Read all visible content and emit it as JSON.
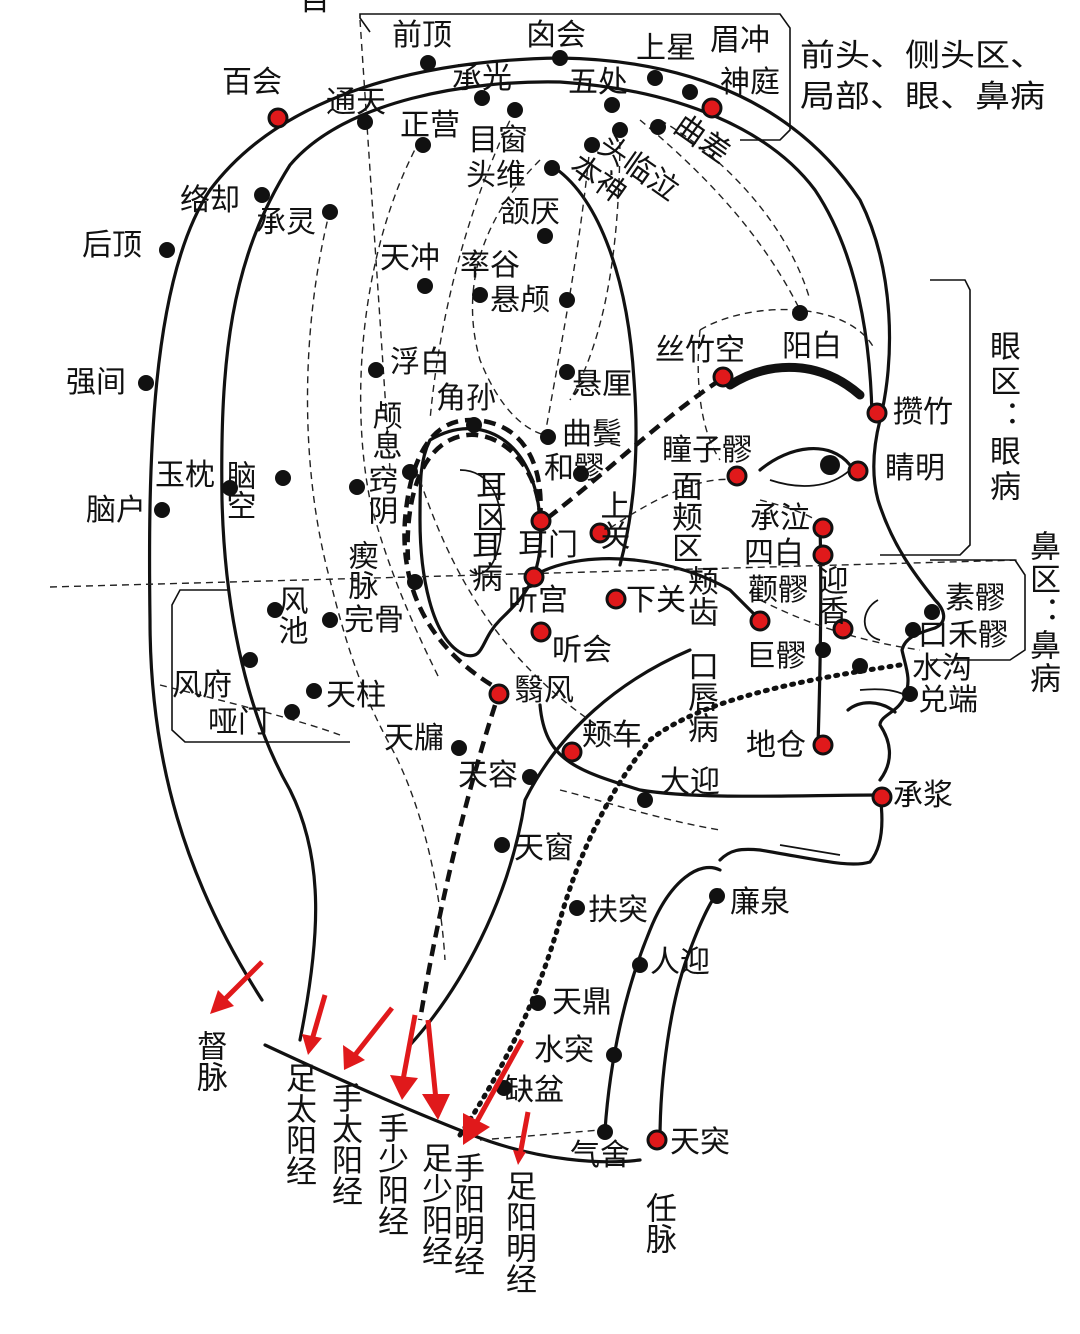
{
  "colors": {
    "ink": "#111111",
    "accent": "#e0191b",
    "background": "#ffffff"
  },
  "top_cut_label": "目",
  "points": [
    {
      "id": "baihui",
      "label": "百会",
      "red": true
    },
    {
      "id": "qianding",
      "label": "前顶",
      "red": false
    },
    {
      "id": "xinhui",
      "label": "囟会",
      "red": false
    },
    {
      "id": "shangxing",
      "label": "上星",
      "red": false
    },
    {
      "id": "meichong",
      "label": "眉冲",
      "red": false
    },
    {
      "id": "shenting",
      "label": "神庭",
      "red": true
    },
    {
      "id": "tongtian",
      "label": "通天",
      "red": false
    },
    {
      "id": "chengguang",
      "label": "承光",
      "red": false
    },
    {
      "id": "wuchu",
      "label": "五处",
      "red": false
    },
    {
      "id": "zhengying",
      "label": "正营",
      "red": false
    },
    {
      "id": "muchuang",
      "label": "目窗",
      "red": false
    },
    {
      "id": "toulinqi",
      "label": "头临泣",
      "red": false
    },
    {
      "id": "qucha",
      "label": "曲差",
      "red": false
    },
    {
      "id": "touwei",
      "label": "头维",
      "red": false
    },
    {
      "id": "benshen",
      "label": "本神",
      "red": false
    },
    {
      "id": "luoque",
      "label": "络却",
      "red": false
    },
    {
      "id": "chengling",
      "label": "承灵",
      "red": false
    },
    {
      "id": "houding",
      "label": "后顶",
      "red": false
    },
    {
      "id": "hanyan",
      "label": "颔厌",
      "red": false
    },
    {
      "id": "tianchong",
      "label": "天冲",
      "red": false
    },
    {
      "id": "shuaigu",
      "label": "率谷",
      "red": false
    },
    {
      "id": "xuanlu",
      "label": "悬颅",
      "red": false
    },
    {
      "id": "qiangjian",
      "label": "强间",
      "red": false
    },
    {
      "id": "fubai",
      "label": "浮白",
      "red": false
    },
    {
      "id": "jiaosun",
      "label": "角孙",
      "red": false
    },
    {
      "id": "xuanli",
      "label": "悬厘",
      "red": false
    },
    {
      "id": "sizhukong",
      "label": "丝竹空",
      "red": true
    },
    {
      "id": "yangbai",
      "label": "阳白",
      "red": false
    },
    {
      "id": "zanzhu",
      "label": "攒竹",
      "red": true
    },
    {
      "id": "luxi",
      "label": "颅息",
      "red": false
    },
    {
      "id": "qubin",
      "label": "曲鬓",
      "red": false
    },
    {
      "id": "tongziliao",
      "label": "瞳子髎",
      "red": true
    },
    {
      "id": "jingming",
      "label": "睛明",
      "red": true
    },
    {
      "id": "yuzhen",
      "label": "玉枕",
      "red": false
    },
    {
      "id": "naokong",
      "label": "脑空",
      "red": false
    },
    {
      "id": "qiaoyin",
      "label": "窍阴",
      "red": false
    },
    {
      "id": "heliao",
      "label": "和髎",
      "red": false
    },
    {
      "id": "naohu",
      "label": "脑户",
      "red": false
    },
    {
      "id": "ermen",
      "label": "耳门",
      "red": true
    },
    {
      "id": "shangguan",
      "label": "上关",
      "red": true
    },
    {
      "id": "chengqi",
      "label": "承泣",
      "red": true
    },
    {
      "id": "sibai",
      "label": "四白",
      "red": true
    },
    {
      "id": "chimai",
      "label": "瘈脉",
      "red": false
    },
    {
      "id": "tinggong",
      "label": "听宫",
      "red": true
    },
    {
      "id": "xiaguan",
      "label": "下关",
      "red": true
    },
    {
      "id": "quanliao",
      "label": "颧髎",
      "red": true
    },
    {
      "id": "yingxiang",
      "label": "迎香",
      "red": true
    },
    {
      "id": "suliao",
      "label": "素髎",
      "red": false
    },
    {
      "id": "fengchi",
      "label": "风池",
      "red": false
    },
    {
      "id": "wangu",
      "label": "完骨",
      "red": false
    },
    {
      "id": "tinghui",
      "label": "听会",
      "red": true
    },
    {
      "id": "heliao2",
      "label": "口禾髎",
      "red": false
    },
    {
      "id": "juliao",
      "label": "巨髎",
      "red": false
    },
    {
      "id": "shuigou",
      "label": "水沟",
      "red": false
    },
    {
      "id": "fengfu",
      "label": "风府",
      "red": false
    },
    {
      "id": "tianzhu",
      "label": "天柱",
      "red": false
    },
    {
      "id": "yifeng",
      "label": "翳风",
      "red": true
    },
    {
      "id": "duiduan",
      "label": "兑端",
      "red": false
    },
    {
      "id": "yamen",
      "label": "哑门",
      "red": false
    },
    {
      "id": "tianyou",
      "label": "天牖",
      "red": false
    },
    {
      "id": "jiache",
      "label": "颊车",
      "red": true
    },
    {
      "id": "dicang",
      "label": "地仓",
      "red": true
    },
    {
      "id": "tianrong",
      "label": "天容",
      "red": false
    },
    {
      "id": "daying",
      "label": "大迎",
      "red": false
    },
    {
      "id": "chengjiang",
      "label": "承浆",
      "red": true
    },
    {
      "id": "tianchuang",
      "label": "天窗",
      "red": false
    },
    {
      "id": "futu",
      "label": "扶突",
      "red": false
    },
    {
      "id": "lianquan",
      "label": "廉泉",
      "red": false
    },
    {
      "id": "renying",
      "label": "人迎",
      "red": false
    },
    {
      "id": "tianding",
      "label": "天鼎",
      "red": false
    },
    {
      "id": "shuitu",
      "label": "水突",
      "red": false
    },
    {
      "id": "quepen",
      "label": "缺盆",
      "red": false
    },
    {
      "id": "qishe",
      "label": "气舍",
      "red": false
    },
    {
      "id": "tiantu",
      "label": "天突",
      "red": true
    }
  ],
  "regions": [
    {
      "id": "head",
      "label": "前头、侧头区、局部、眼、鼻病"
    },
    {
      "id": "eye",
      "label": "眼区：眼病"
    },
    {
      "id": "nose",
      "label": "鼻区：鼻病"
    },
    {
      "id": "ear",
      "label": "耳区耳病"
    },
    {
      "id": "face",
      "label": "面颊区"
    },
    {
      "id": "mouth",
      "label": "颊齿口唇病"
    }
  ],
  "meridians": [
    {
      "id": "du",
      "label": "督脉"
    },
    {
      "id": "zu_taiyang",
      "label": "足太阳经"
    },
    {
      "id": "shou_taiyang",
      "label": "手太阳经"
    },
    {
      "id": "shou_shaoyang",
      "label": "手少阳经"
    },
    {
      "id": "zu_shaoyang",
      "label": "足少阳经"
    },
    {
      "id": "shou_yangming",
      "label": "手阳明经"
    },
    {
      "id": "zu_yangming",
      "label": "足阳明经"
    },
    {
      "id": "ren",
      "label": "任脉"
    }
  ]
}
